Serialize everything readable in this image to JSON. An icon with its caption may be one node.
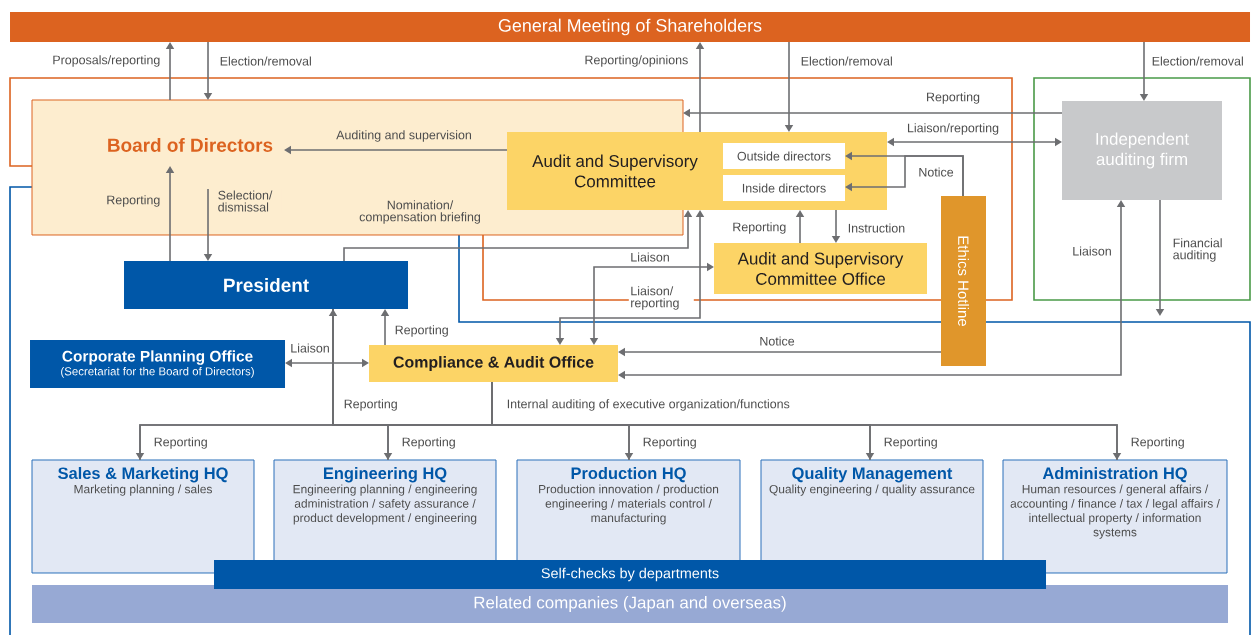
{
  "diagram": {
    "nodes": [
      {
        "text": [
          "General Meeting of Shareholders"
        ]
      },
      {
        "text": [
          "Board of Directors"
        ]
      },
      {
        "text": [
          "Audit and Supervisory Committee"
        ]
      },
      {
        "text": [
          "Outside directors"
        ],
        "in": 2
      },
      {
        "text": [
          "Inside directors"
        ],
        "in": 2
      },
      {
        "text": [
          "Audit and Supervisory Committee Office"
        ]
      },
      {
        "text": [
          "Ethics Hotline"
        ]
      },
      {
        "text": [
          "Independent auditing firm"
        ]
      },
      {
        "text": [
          "President"
        ]
      },
      {
        "text": [
          "Corporate Planning Office",
          "(Secretariat for the Board of Directors)"
        ]
      },
      {
        "text": [
          "Compliance & Audit Office"
        ]
      },
      {
        "text": [
          "Sales & Marketing HQ",
          "Marketing planning / sales"
        ]
      },
      {
        "text": [
          "Engineering HQ",
          "Engineering planning / engineering administration / safety assurance / product development / engineering"
        ]
      },
      {
        "text": [
          "Production HQ",
          "Production innovation / production engineering / materials control / manufacturing"
        ]
      },
      {
        "text": [
          "Quality Management",
          "Quality engineering / quality assurance"
        ]
      },
      {
        "text": [
          "Administration HQ",
          "Human resources / general affairs / accounting / finance / tax / legal affairs / intellectual property / information systems"
        ]
      },
      {
        "text": [
          "Self-checks by departments"
        ]
      },
      {
        "text": [
          "Related companies (Japan and overseas)"
        ]
      }
    ],
    "edges": [
      {
        "from": 1,
        "to": 0,
        "arrow": "to",
        "label": "Proposals/reporting"
      },
      {
        "from": 0,
        "to": 1,
        "arrow": "to",
        "label": "Election/removal"
      },
      {
        "from": 2,
        "to": 0,
        "arrow": "to",
        "label": "Reporting/opinions"
      },
      {
        "from": 0,
        "to": 2,
        "arrow": "to",
        "label": "Election/removal"
      },
      {
        "from": 0,
        "to": 7,
        "arrow": "to",
        "label": "Election/removal"
      },
      {
        "from": 2,
        "to": 1,
        "arrow": "to",
        "label": "Auditing and supervision"
      },
      {
        "from": 7,
        "to": 1,
        "arrow": "to",
        "label": "Reporting"
      },
      {
        "from": 2,
        "to": 7,
        "arrow": "both",
        "label": "Liaison/reporting"
      },
      {
        "from": 6,
        "to": 3,
        "arrow": "to",
        "label": "Notice"
      },
      {
        "from": 6,
        "to": 4,
        "arrow": "to"
      },
      {
        "from": 5,
        "to": 2,
        "arrow": "to",
        "label": "Reporting"
      },
      {
        "from": 2,
        "to": 5,
        "arrow": "to",
        "label": "Instruction"
      },
      {
        "from": 1,
        "to": 8,
        "arrow": "to",
        "label": "Selection/ dismissal"
      },
      {
        "from": 8,
        "to": 1,
        "arrow": "to",
        "label": "Reporting"
      },
      {
        "from": 8,
        "to": 2,
        "arrow": "to",
        "label": "Nomination/ compensation briefing"
      },
      {
        "from": 2,
        "to": 10,
        "arrow": "both",
        "label": "Liaison/ reporting"
      },
      {
        "from": 10,
        "to": 5,
        "arrow": "both",
        "label": "Liaison"
      },
      {
        "from": 6,
        "to": 10,
        "arrow": "to",
        "label": "Notice"
      },
      {
        "from": 7,
        "to": 10,
        "arrow": "both",
        "label": "Liaison"
      },
      {
        "from": 7,
        "to": null,
        "arrow": "to",
        "label": "Financial auditing"
      },
      {
        "from": 10,
        "to": 8,
        "arrow": "to",
        "label": "Reporting"
      },
      {
        "from": 9,
        "to": 10,
        "arrow": "both",
        "label": "Liaison"
      },
      {
        "from": 11,
        "to": 8,
        "arrow": "to",
        "label": "Reporting"
      },
      {
        "from": 12,
        "to": 8,
        "arrow": "to",
        "label": "Reporting"
      },
      {
        "from": 13,
        "to": 8,
        "arrow": "to",
        "label": "Reporting"
      },
      {
        "from": 14,
        "to": 8,
        "arrow": "to",
        "label": "Reporting"
      },
      {
        "from": 15,
        "to": 8,
        "arrow": "to",
        "label": "Reporting"
      },
      {
        "from": 10,
        "to": 11,
        "arrow": "to",
        "label": "Internal auditing of executive organization/functions"
      },
      {
        "from": 10,
        "to": 12,
        "arrow": "to"
      },
      {
        "from": 10,
        "to": 13,
        "arrow": "to"
      },
      {
        "from": 10,
        "to": 14,
        "arrow": "to"
      },
      {
        "from": 10,
        "to": 15,
        "arrow": "to"
      }
    ],
    "labels": [
      "Reporting"
    ]
  }
}
